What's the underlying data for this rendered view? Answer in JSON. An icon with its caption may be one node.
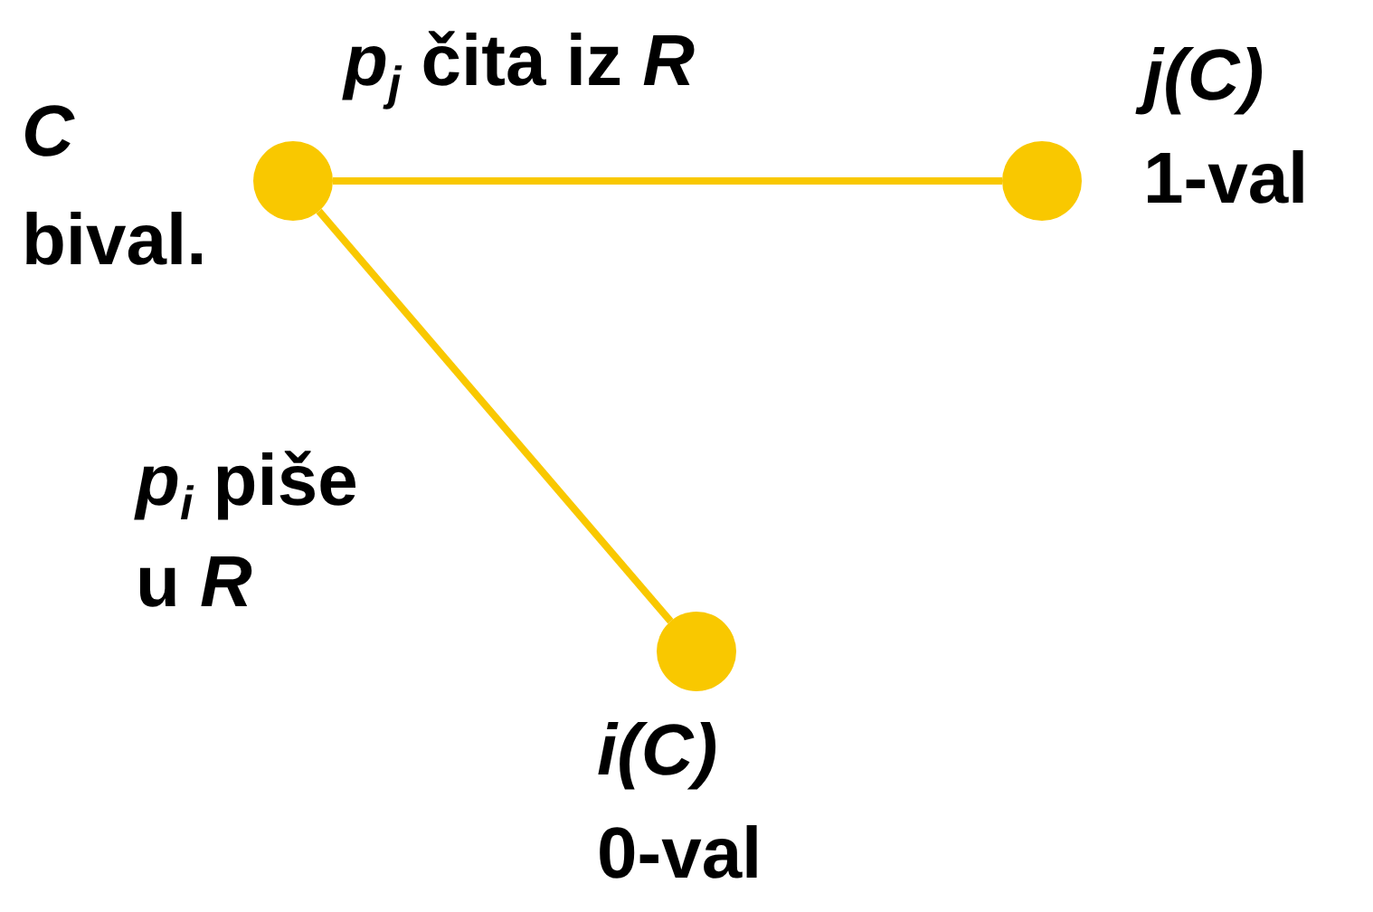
{
  "diagram": {
    "nodes": [
      {
        "text": [],
        "shape": "circle",
        "beside": [
          "*C* bival."
        ]
      },
      {
        "text": [],
        "shape": "circle",
        "beside": [
          "*j(C)*",
          "1-val"
        ]
      },
      {
        "text": [],
        "shape": "circle",
        "beside": [
          "*i(C)*",
          "0-val"
        ]
      }
    ],
    "edges": [
      {
        "from": 0,
        "to": 1,
        "arrow": "none",
        "label": "*p*$_{j}$ čita iz *R*"
      },
      {
        "from": 0,
        "to": 2,
        "arrow": "none",
        "label": "*p*$_{i}$ piše u *R*"
      }
    ]
  }
}
